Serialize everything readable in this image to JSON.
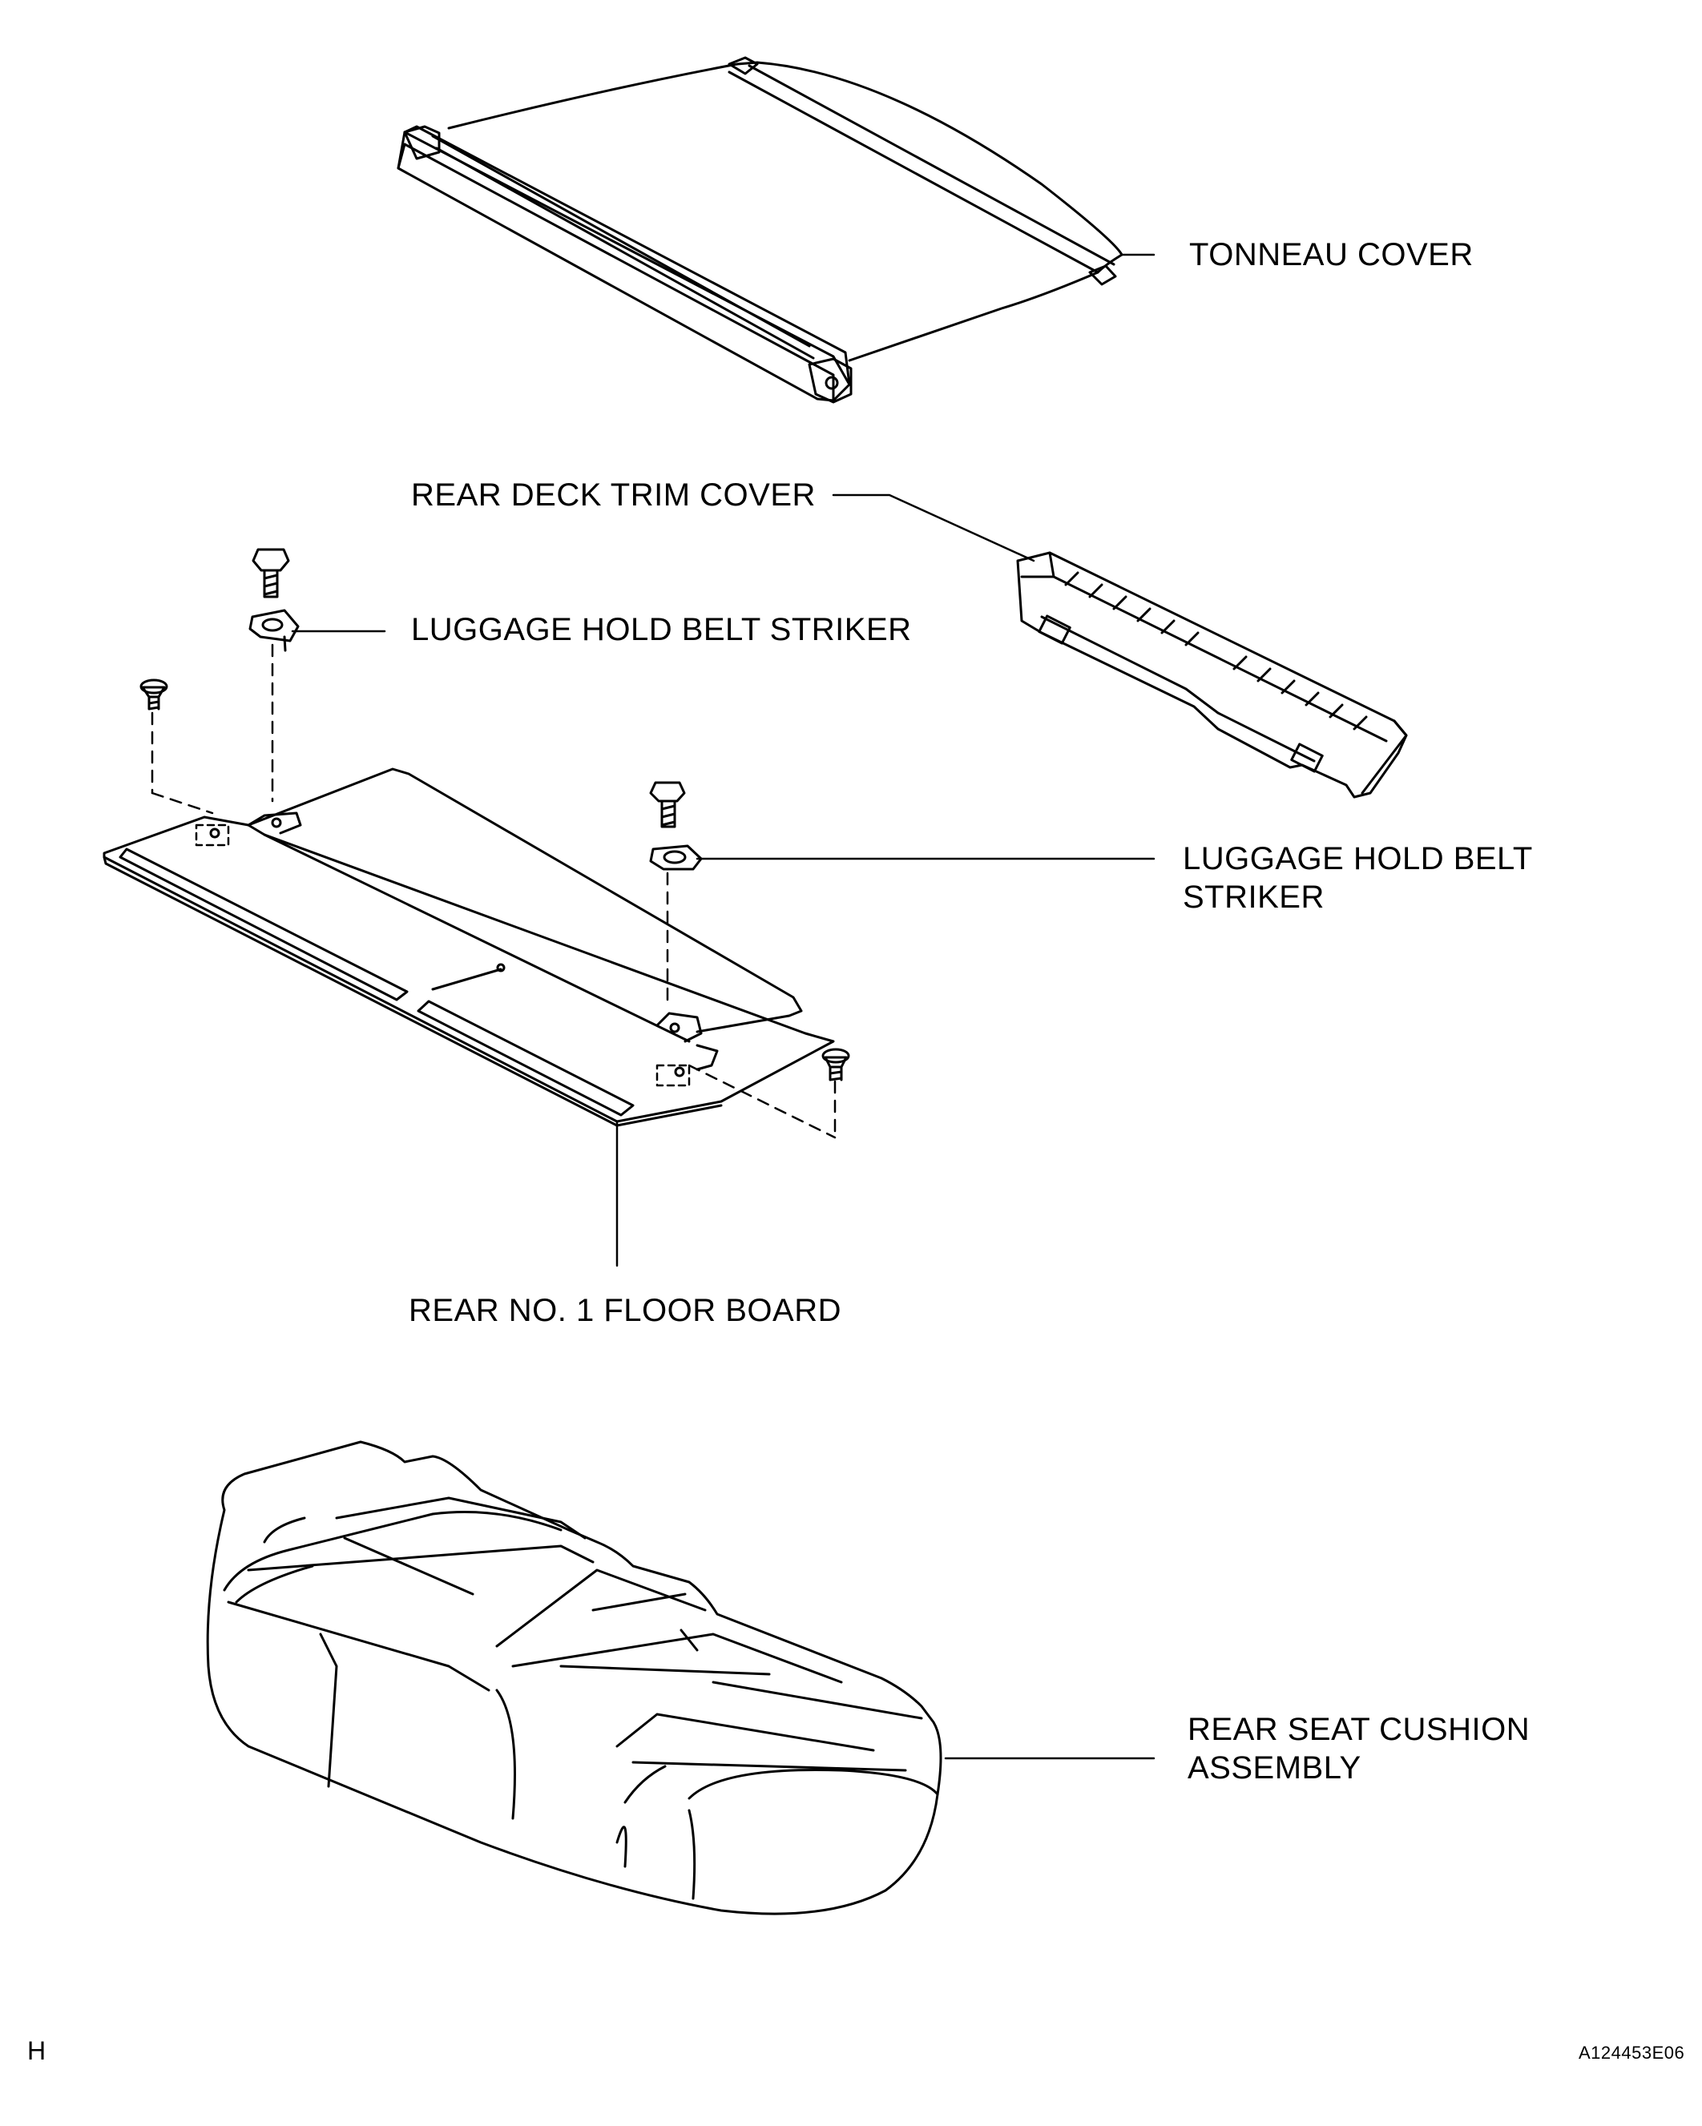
{
  "labels": {
    "tonneau_cover": "TONNEAU COVER",
    "rear_deck_trim_cover": "REAR DECK TRIM COVER",
    "luggage_hold_belt_striker_upper": "LUGGAGE HOLD BELT STRIKER",
    "luggage_hold_belt_striker_right_line1": "LUGGAGE HOLD BELT",
    "luggage_hold_belt_striker_right_line2": "STRIKER",
    "rear_no1_floor_board": "REAR NO. 1 FLOOR BOARD",
    "rear_seat_cushion_line1": "REAR SEAT CUSHION",
    "rear_seat_cushion_line2": "ASSEMBLY"
  },
  "footer": {
    "section_letter": "H",
    "figure_id": "A124453E06"
  }
}
